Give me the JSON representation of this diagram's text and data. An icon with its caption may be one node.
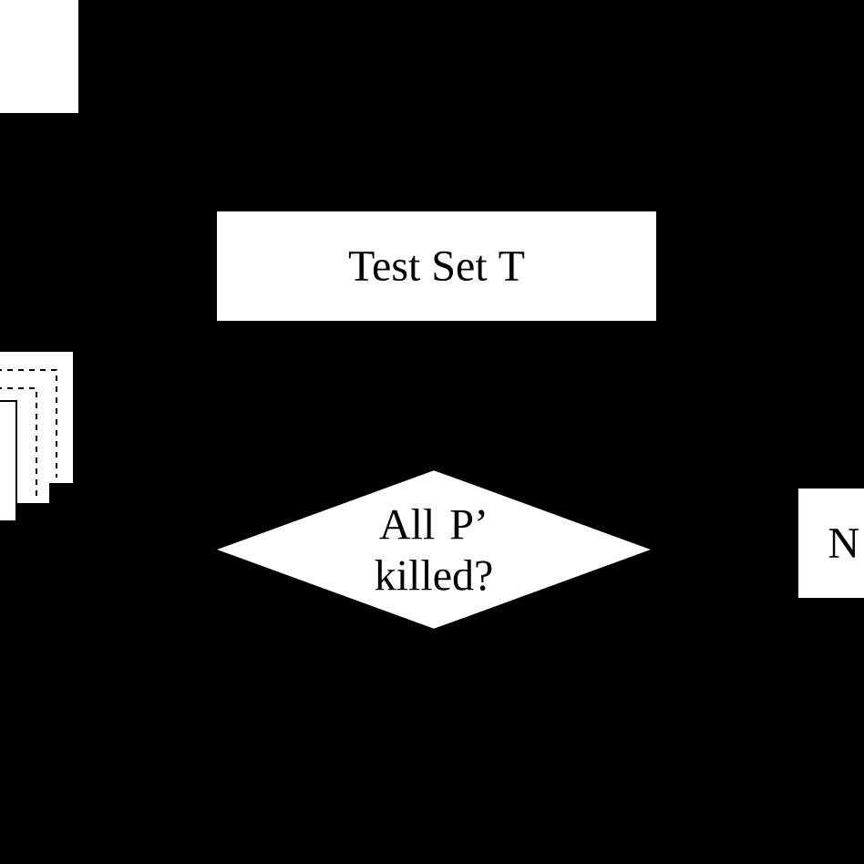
{
  "diagram": {
    "nodes": [
      {
        "text": [],
        "shape": "box"
      },
      {
        "text": [
          "Test Set T"
        ]
      },
      {
        "text": [],
        "shape": "box"
      },
      {
        "text": [
          "All P’ killed?"
        ]
      },
      {
        "text": [
          "N"
        ]
      }
    ]
  }
}
